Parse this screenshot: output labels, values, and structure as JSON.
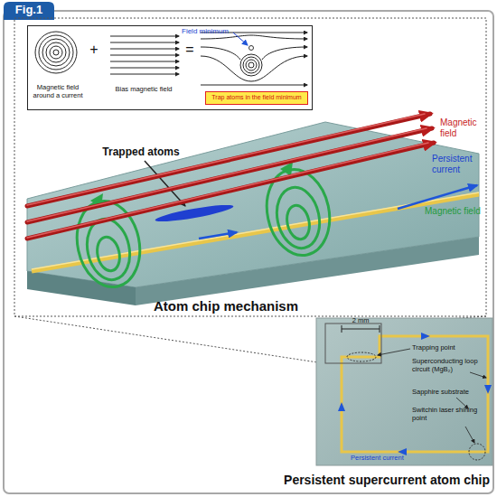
{
  "diagram": {
    "title": "Fig.1",
    "nodes": [
      {
        "text": [
          "Magnetic field around a current",
          "Bias magnetic field",
          "Field minimum"
        ]
      },
      {
        "text": [
          "Trap atoms in the field minimum"
        ],
        "in": 0
      }
    ],
    "labels": [
      "+",
      "=",
      "Trapped atoms",
      "Magnetic field",
      "Persistent current",
      "Magnetic field",
      "Atom chip mechanism",
      "2 mm",
      "Trapping point",
      "Superconducting loop circuit (MgB₂)",
      "Sapphire substrate",
      "Switchin laser shining point",
      "Persistent current",
      "Persistent supercurrent atom chip"
    ]
  }
}
